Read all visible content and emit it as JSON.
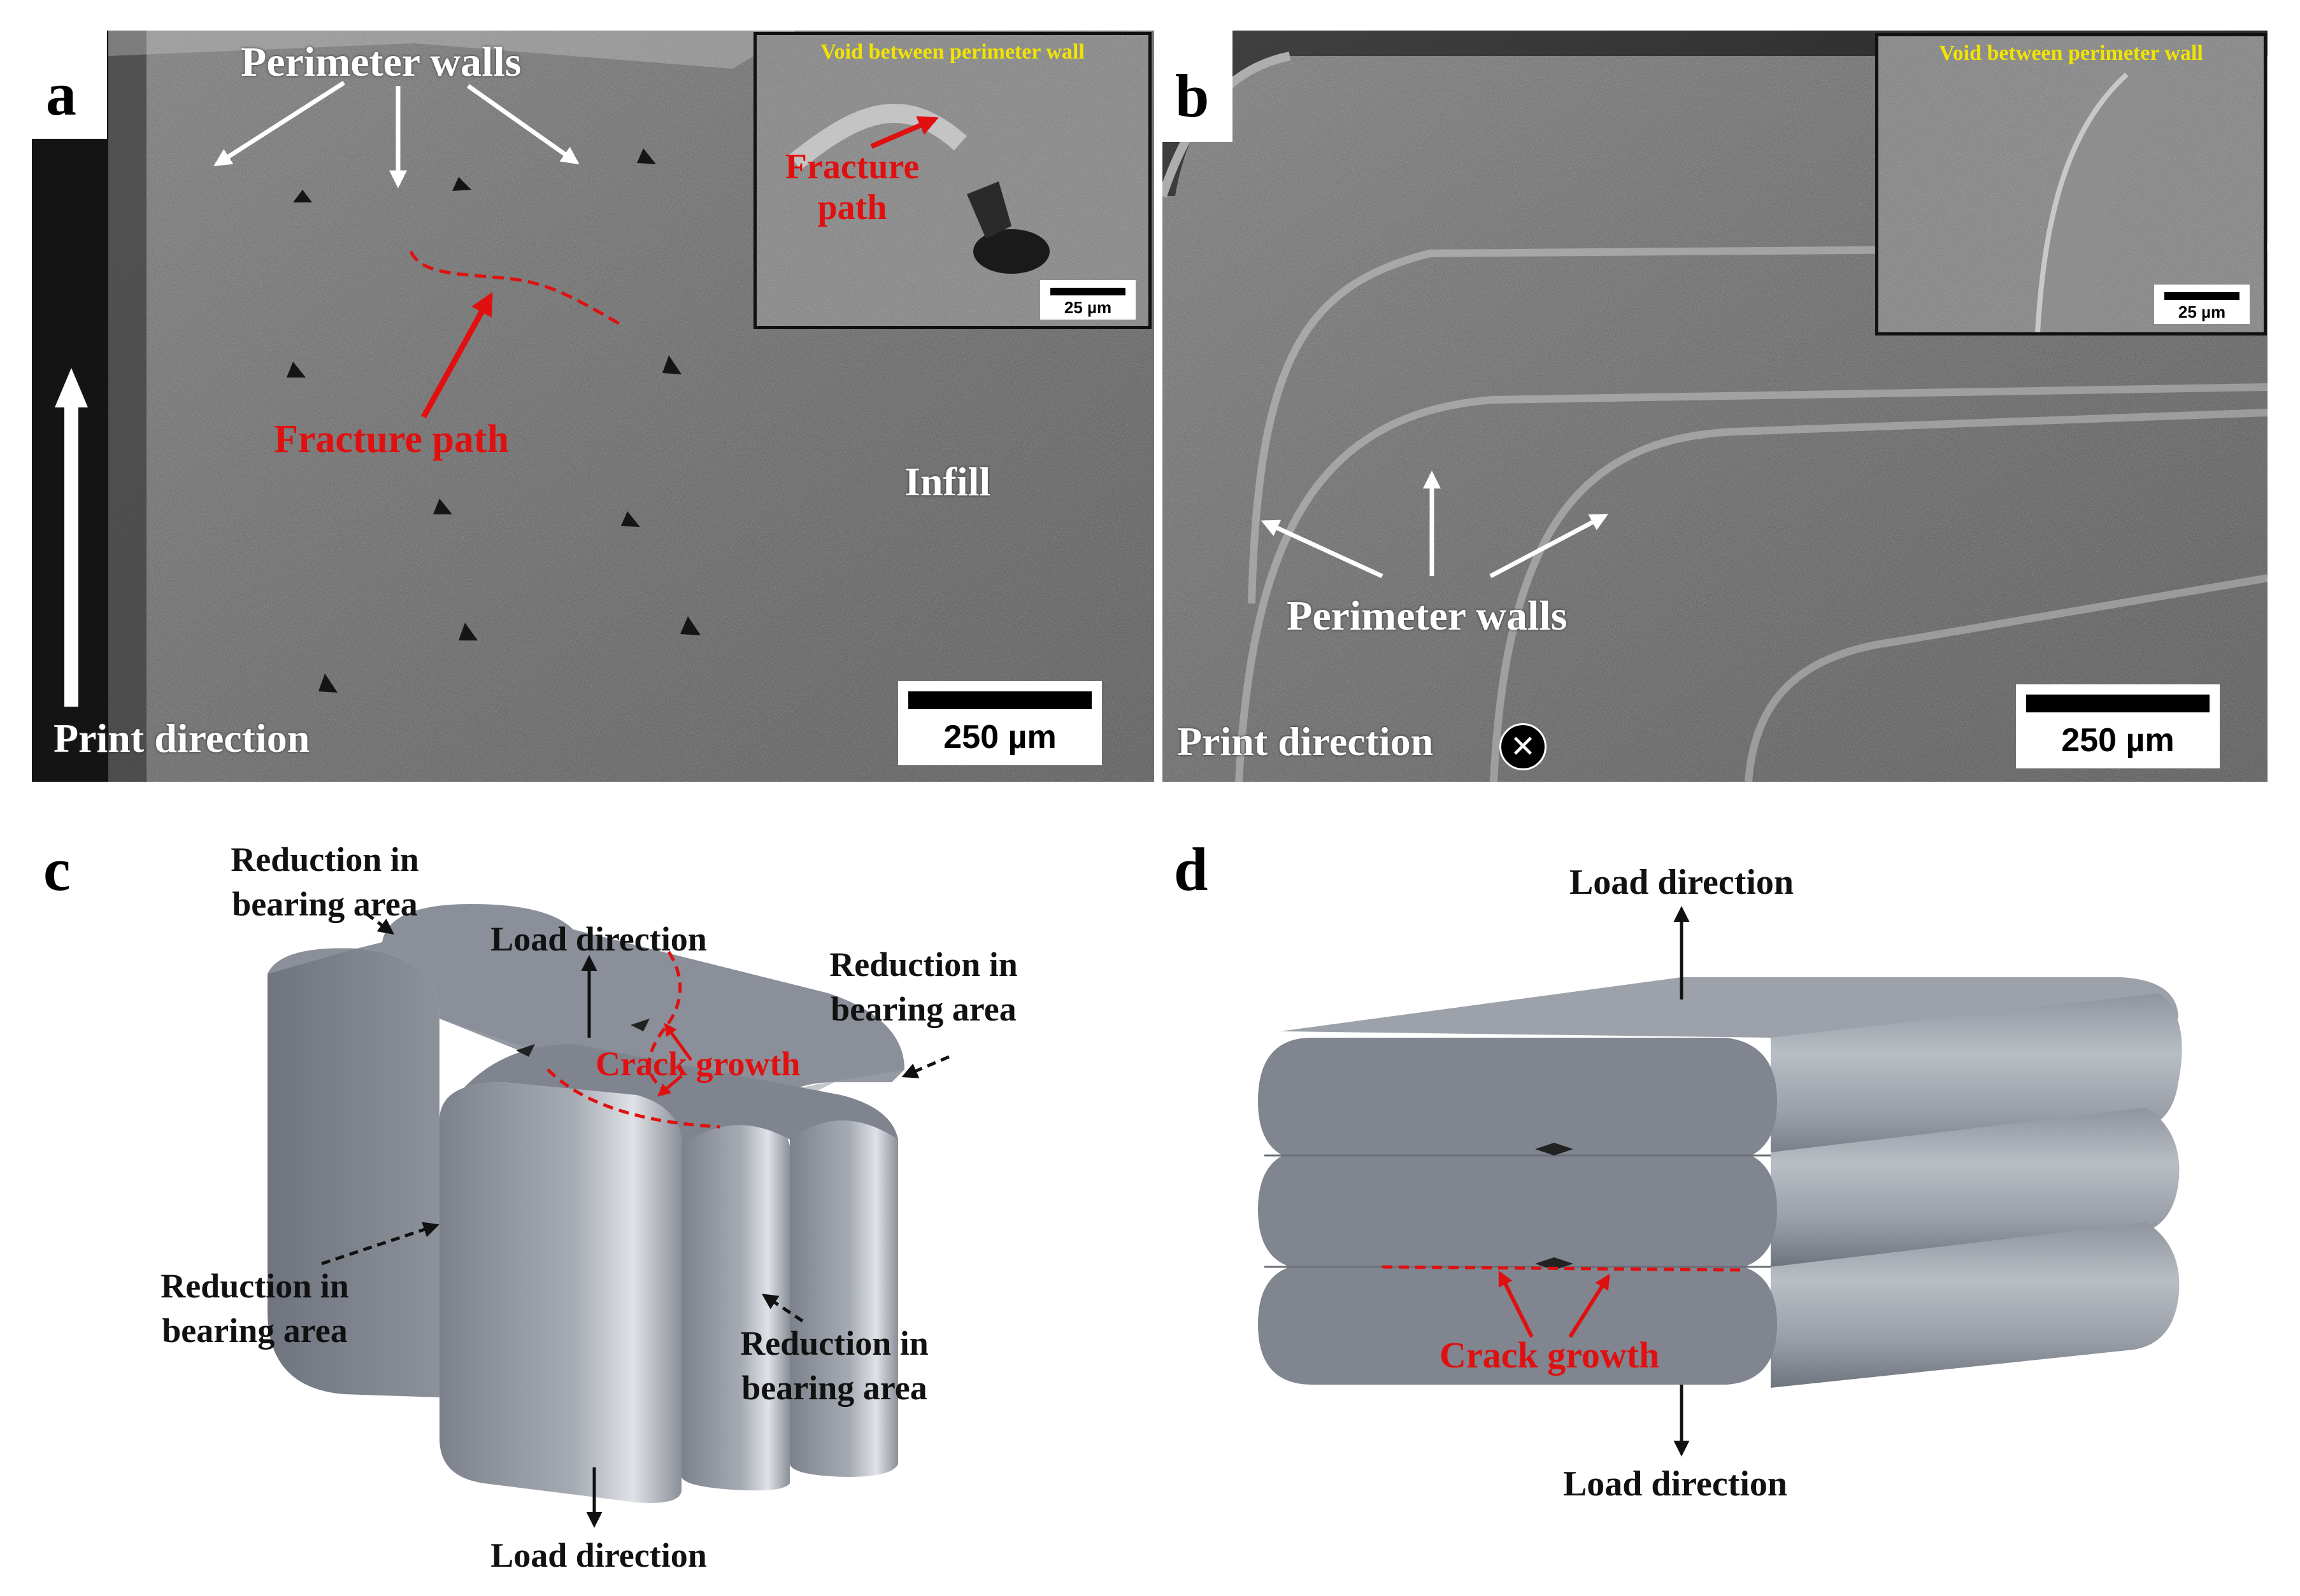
{
  "panels": {
    "a": {
      "letter": "a",
      "perimeter_label": "Perimeter walls",
      "inset_title": "Void between perimeter wall",
      "inset_fracture_label": "Fracture path",
      "inset_scale": "25 µm",
      "fracture_label": "Fracture path",
      "infill_label": "Infill",
      "print_direction": "Print direction",
      "scale": "250 µm"
    },
    "b": {
      "letter": "b",
      "inset_title": "Void between perimeter wall",
      "inset_scale": "25 µm",
      "perimeter_label": "Perimeter walls",
      "print_direction": "Print direction",
      "print_symbol": "✕",
      "scale": "250 µm"
    },
    "c": {
      "letter": "c",
      "reduction_top_left": "Reduction in bearing area",
      "load_top": "Load direction",
      "reduction_top_right": "Reduction in bearing area",
      "crack_growth": "Crack growth",
      "reduction_left": "Reduction in bearing area",
      "reduction_bottom_right": "Reduction in bearing area",
      "load_bottom": "Load direction"
    },
    "d": {
      "letter": "d",
      "load_top": "Load direction",
      "crack_growth": "Crack growth",
      "load_bottom": "Load direction"
    }
  },
  "colors": {
    "annotation_red": "#e01010",
    "inset_title_yellow": "#f2e400",
    "model_gray": "#878c96"
  }
}
